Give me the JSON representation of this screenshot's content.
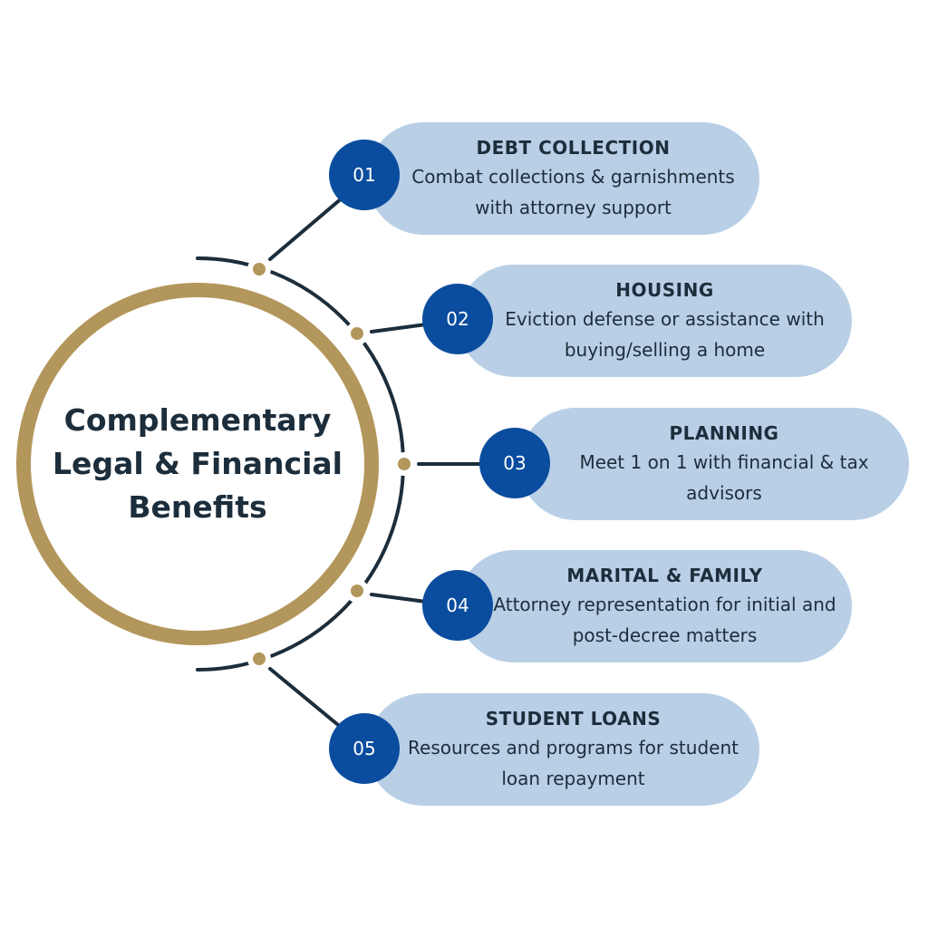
{
  "center_title": "Complementary Legal & Financial Benefits",
  "colors": {
    "gold": "#b3965b",
    "navy": "#1c2d3b",
    "pill": "#b8cfe6",
    "badge": "#0a4c9e"
  },
  "items": [
    {
      "num": "01",
      "title": "DEBT COLLECTION",
      "desc": "Combat collections & garnishments with attorney support"
    },
    {
      "num": "02",
      "title": "HOUSING",
      "desc": "Eviction defense or assistance with buying/selling a home"
    },
    {
      "num": "03",
      "title": "PLANNING",
      "desc": "Meet 1 on 1 with financial & tax advisors"
    },
    {
      "num": "04",
      "title": "MARITAL & FAMILY",
      "desc": "Attorney representation for initial and post-decree matters"
    },
    {
      "num": "05",
      "title": "STUDENT LOANS",
      "desc": "Resources and programs for student loan repayment"
    }
  ]
}
